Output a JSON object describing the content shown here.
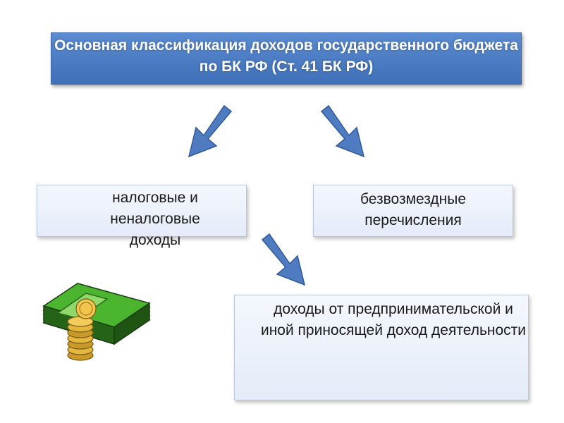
{
  "header": {
    "title": "Основная классификация доходов государственного бюджета по БК РФ (Ст. 41 БК РФ)"
  },
  "boxes": {
    "tax": {
      "text": "налоговые  и неналоговые доходы"
    },
    "gratuitous": {
      "text": "безвозмездные перечисления"
    },
    "business": {
      "text": "доходы от предпринимательской и иной приносящей доход деятельности"
    }
  },
  "colors": {
    "header_fill": "#4a7cc4",
    "arrow_fill": "#4f7cc1",
    "box_fill": "#eaf0fa"
  },
  "icons": {
    "arrows": "arrow-icon",
    "illustration": "money-stack-icon"
  }
}
